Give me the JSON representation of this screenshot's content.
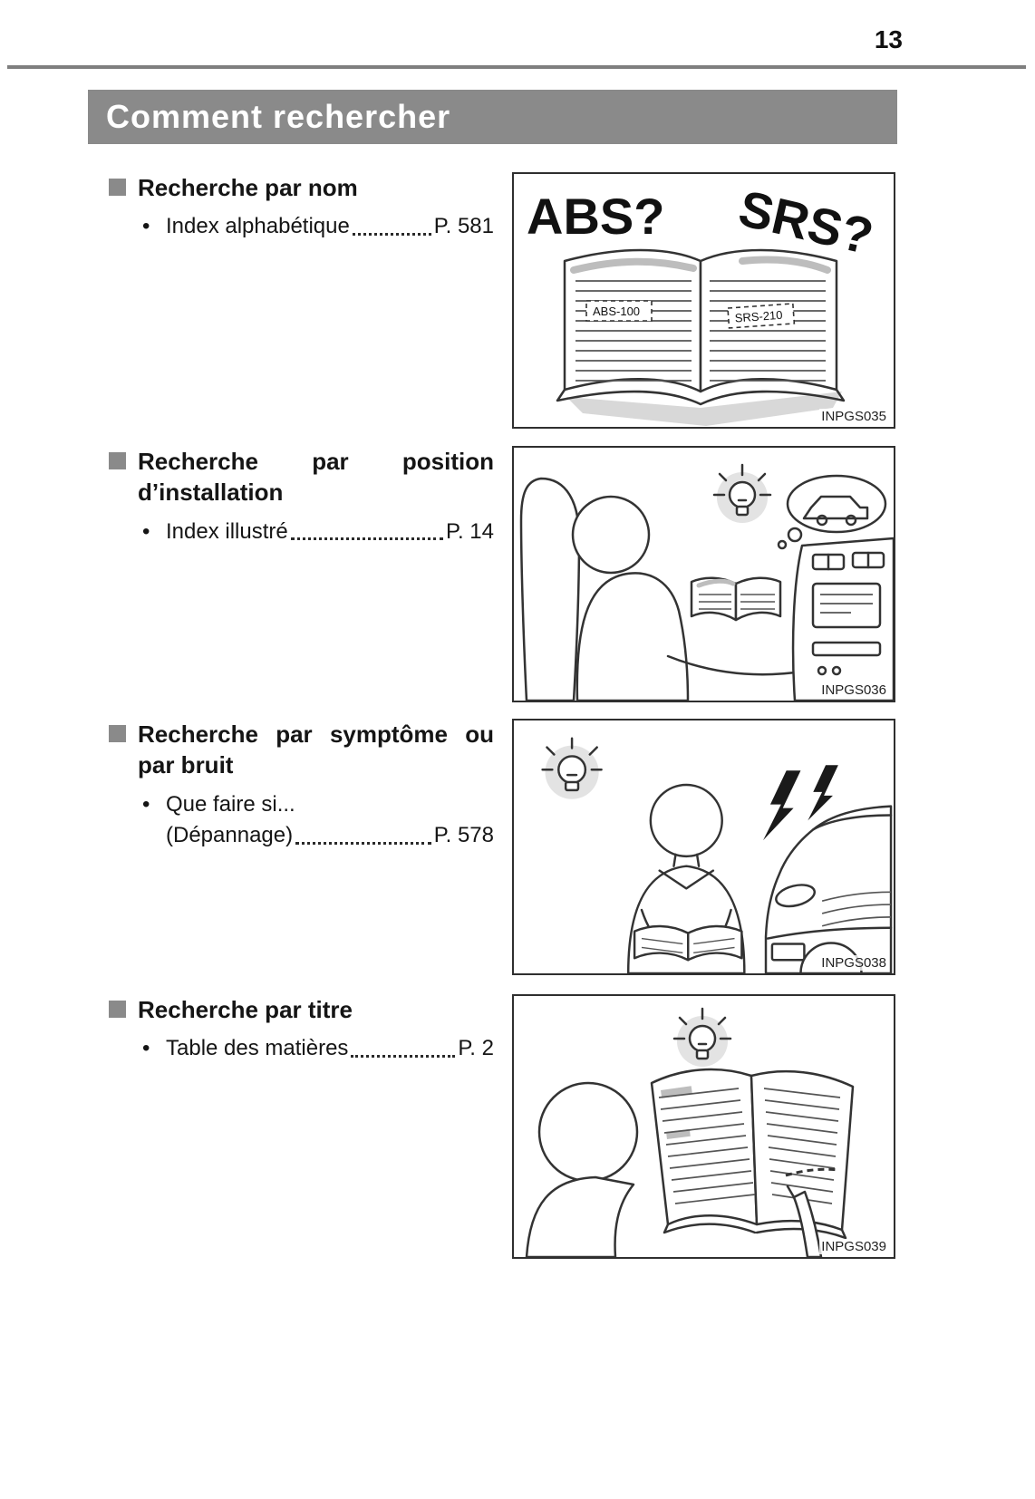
{
  "page_number": "13",
  "header": {
    "title": "Comment rechercher"
  },
  "sections": [
    {
      "heading": "Recherche par nom",
      "item": {
        "label": "Index alphabétique",
        "page": "P. 581"
      },
      "figure": {
        "caption": "INPGS035",
        "label_abs": "ABS?",
        "label_srs": "SRS?",
        "label_abs_page": "ABS-100",
        "label_srs_page": "SRS-210"
      }
    },
    {
      "heading": "Recherche par position d’installation",
      "item": {
        "label": "Index illustré",
        "page": "P. 14"
      },
      "figure": {
        "caption": "INPGS036"
      }
    },
    {
      "heading": "Recherche par symptôme ou par bruit",
      "item": {
        "label": "Que faire si...",
        "label2": "(Dépannage)",
        "page": "P. 578"
      },
      "figure": {
        "caption": "INPGS038"
      }
    },
    {
      "heading": "Recherche par titre",
      "item": {
        "label": "Table des matières",
        "page": "P. 2"
      },
      "figure": {
        "caption": "INPGS039"
      }
    }
  ],
  "colors": {
    "header_bar": "#8a8a8a",
    "rule": "#7f7f7f",
    "bullet_square": "#8a8a8a"
  }
}
